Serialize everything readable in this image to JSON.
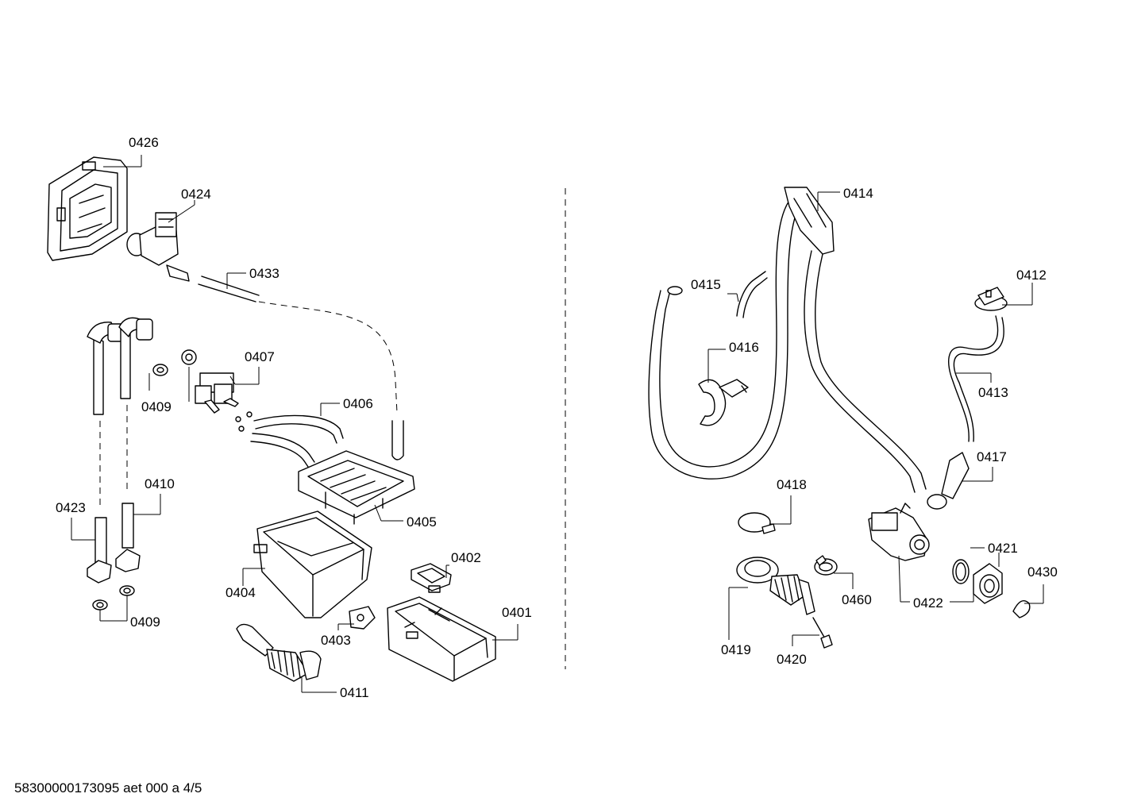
{
  "labels": {
    "p0426": "0426",
    "p0424": "0424",
    "p0433": "0433",
    "p0407": "0407",
    "p0409a": "0409",
    "p0406": "0406",
    "p0410": "0410",
    "p0423": "0423",
    "p0405": "0405",
    "p0404": "0404",
    "p0402": "0402",
    "p0409b": "0409",
    "p0401": "0401",
    "p0403": "0403",
    "p0411": "0411",
    "p0414": "0414",
    "p0415": "0415",
    "p0416": "0416",
    "p0412": "0412",
    "p0413": "0413",
    "p0417": "0417",
    "p0418": "0418",
    "p0421": "0421",
    "p0430": "0430",
    "p0460": "0460",
    "p0422": "0422",
    "p0419": "0419",
    "p0420": "0420"
  },
  "footer": "58300000173095 aet 000 a 4/5"
}
